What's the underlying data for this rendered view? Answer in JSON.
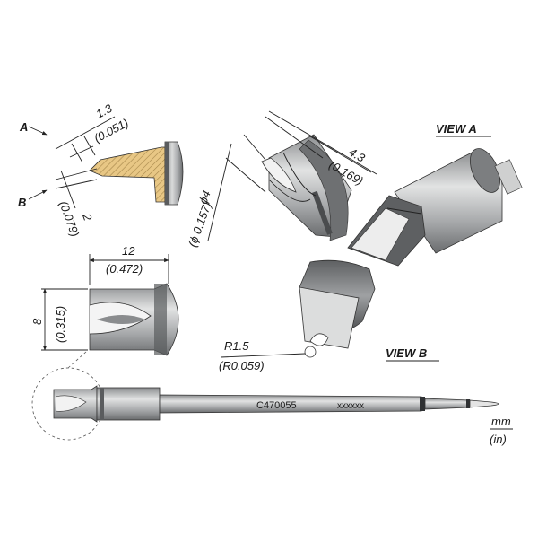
{
  "labels": {
    "view_a_marker": "A",
    "view_b_marker": "B",
    "view_a_title": "VIEW A",
    "view_b_title": "VIEW B"
  },
  "dimensions": {
    "top_width": "1.3",
    "top_width_in": "(0.051)",
    "tip_thick": "2",
    "tip_thick_in": "(0.079)",
    "diameter": "ϕ4",
    "diameter_in": "(ϕ 0.157)",
    "depth": "4.3",
    "depth_in": "(0.169)",
    "length": "12",
    "length_in": "(0.472)",
    "height": "8",
    "height_in": "(0.315)",
    "radius": "R1.5",
    "radius_in": "(R0.059)"
  },
  "cartridge": {
    "part_number": "C470055",
    "serial": "xxxxxx"
  },
  "units": {
    "metric": "mm",
    "imperial": "(in)"
  },
  "colors": {
    "metal_dark": "#6d6f71",
    "metal_mid": "#a4a6a8",
    "metal_light": "#dcdddd",
    "section_fill": "#e8c785",
    "section_hatch": "#a6864a"
  }
}
